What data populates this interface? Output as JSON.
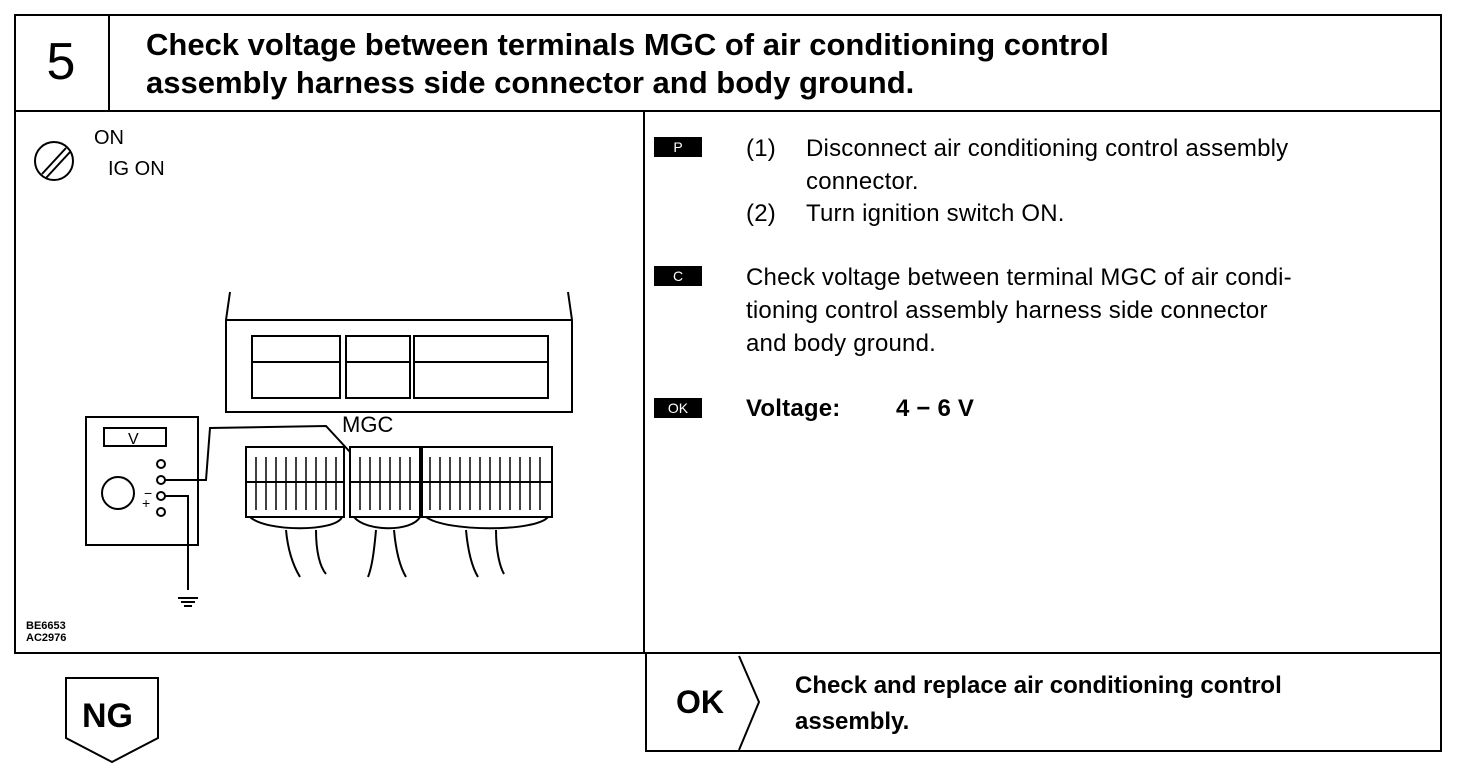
{
  "header": {
    "step_number": "5",
    "title_line1": "Check voltage between terminals MGC of air conditioning control",
    "title_line2": "assembly harness side connector and body ground."
  },
  "diagram": {
    "switch_on": "ON",
    "switch_ig_on": "IG ON",
    "meter_label": "V",
    "terminal_label": "MGC",
    "figure_code_1": "BE6653",
    "figure_code_2": "AC2976"
  },
  "instructions": {
    "prep_marker": "P",
    "step1_num": "(1)",
    "step1_line1": "Disconnect air conditioning control assembly",
    "step1_line2": "connector.",
    "step2_num": "(2)",
    "step2_text": "Turn ignition switch ON.",
    "check_marker": "C",
    "check_line1": "Check voltage between terminal MGC of air condi-",
    "check_line2": "tioning control assembly harness side connector",
    "check_line3": "and body ground.",
    "ok_marker": "OK",
    "voltage_label": "Voltage:",
    "voltage_value": "4 − 6 V"
  },
  "results": {
    "ok_label": "OK",
    "ok_line1": "Check and replace air conditioning control",
    "ok_line2": "assembly.",
    "ng_label": "NG"
  }
}
